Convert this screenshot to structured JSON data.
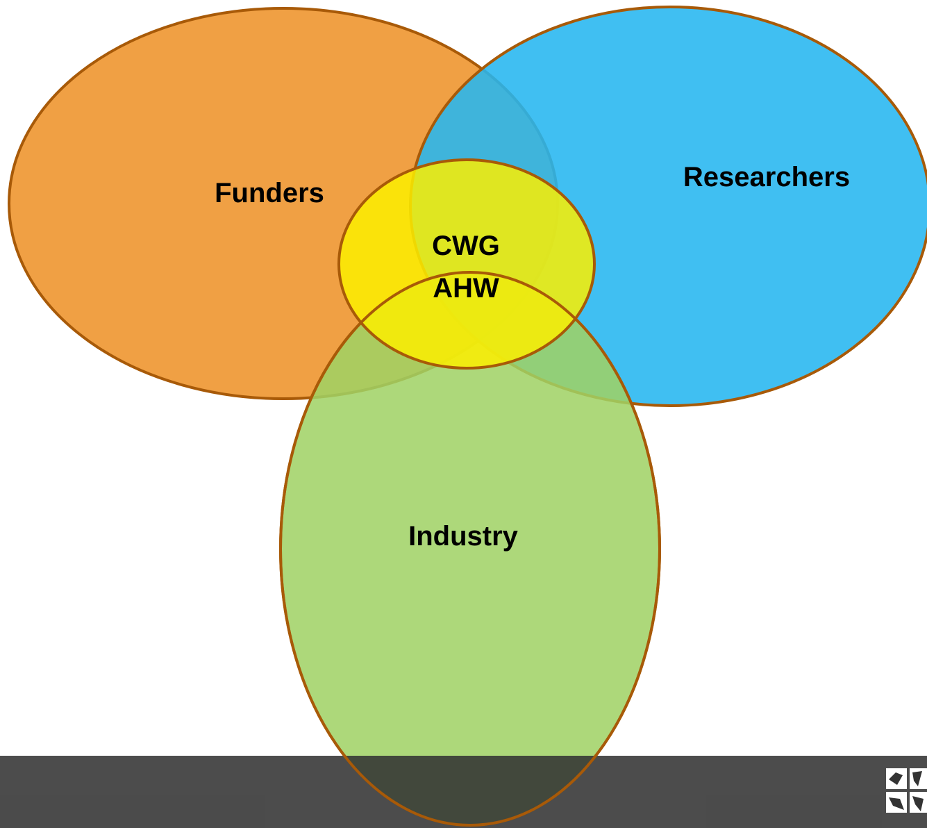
{
  "diagram": {
    "funders": {
      "label": "Funders",
      "color": "#f0a044"
    },
    "researchers": {
      "label": "Researchers",
      "color": "#3ec0f2"
    },
    "industry": {
      "label": "Industry",
      "color": "#a9d66f"
    },
    "center": {
      "line1": "CWG",
      "line2": "AHW",
      "color": "#f2ea0c"
    },
    "outline_color": "#a85a08"
  },
  "footer": {
    "bar_color": "#333333",
    "logo_icon": "horse-logo-icon"
  }
}
